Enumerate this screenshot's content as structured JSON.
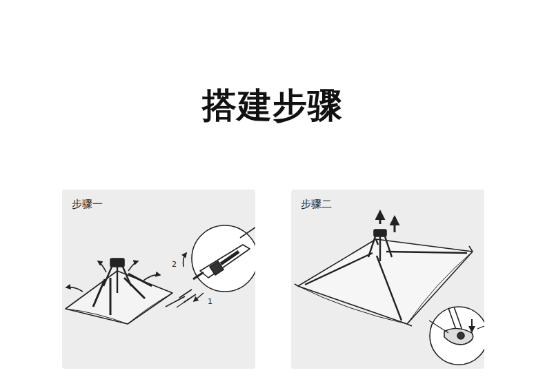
{
  "diagram": {
    "title": "搭建步骤",
    "nodes": [
      {
        "text": [
          "步骤一"
        ]
      },
      {
        "text": [
          "步骤二"
        ]
      }
    ],
    "labels": [
      "2",
      "1"
    ]
  }
}
